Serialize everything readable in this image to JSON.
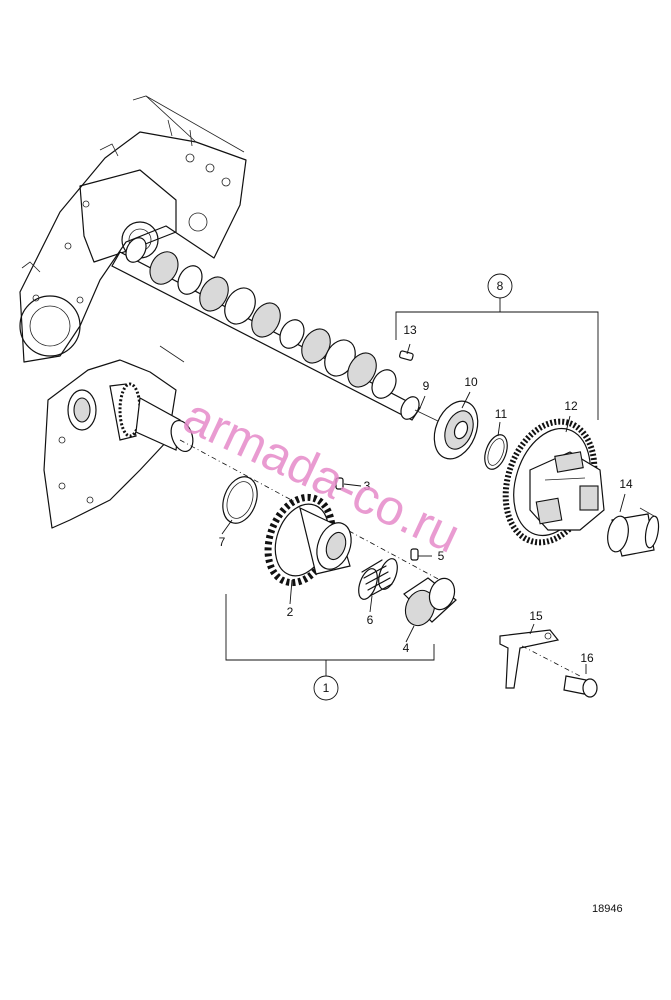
{
  "watermark": "armada-co.ru",
  "reference_number": "18946",
  "part_numbers": {
    "p1": "1",
    "p2": "2",
    "p3": "3",
    "p4": "4",
    "p5": "5",
    "p6": "6",
    "p7": "7",
    "p8": "8",
    "p9": "9",
    "p10": "10",
    "p11": "11",
    "p12": "12",
    "p13": "13",
    "p14": "14",
    "p15": "15",
    "p16": "16"
  },
  "colors": {
    "line": "#111111",
    "watermark": "#e58ac9",
    "background": "#ffffff"
  }
}
